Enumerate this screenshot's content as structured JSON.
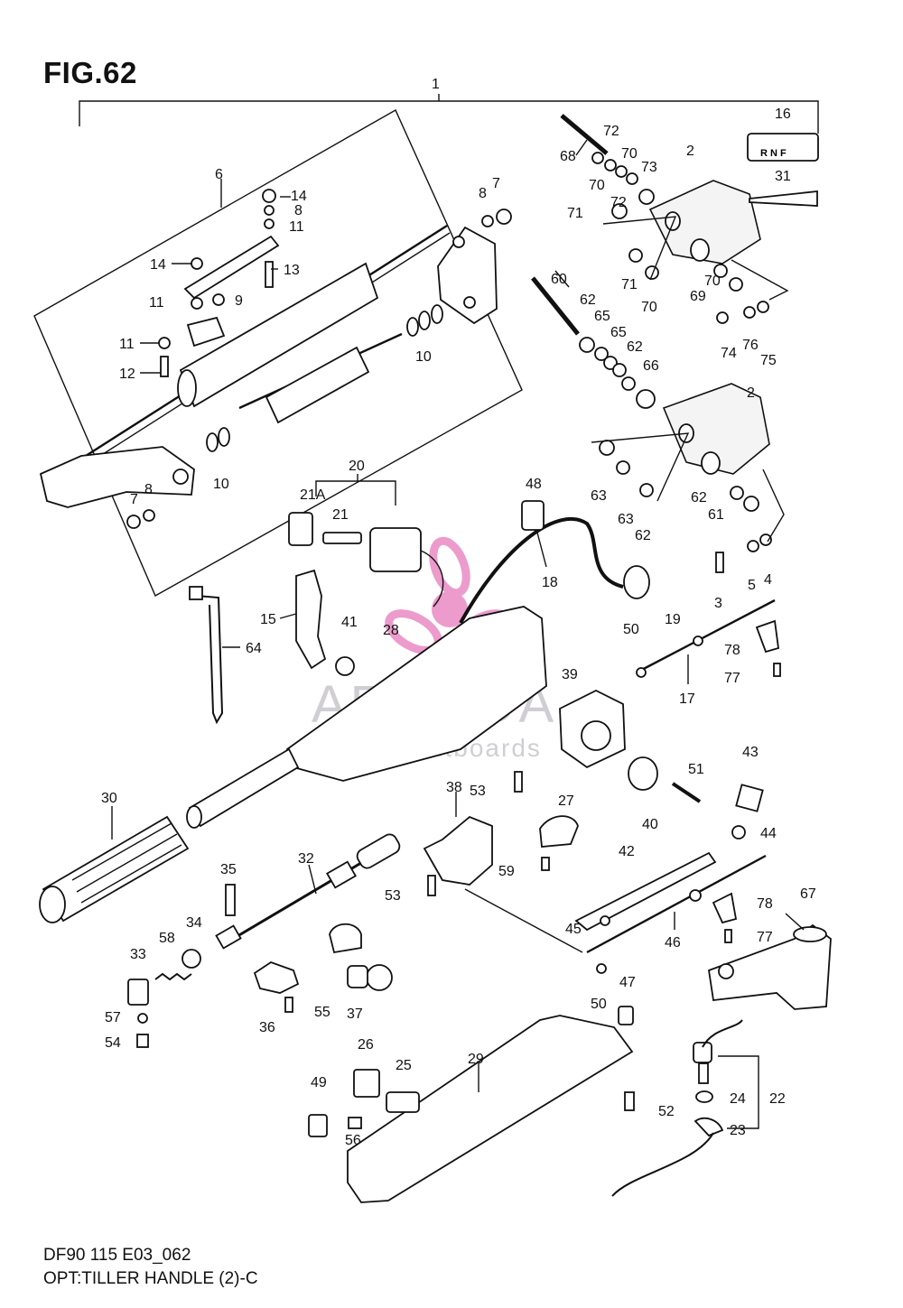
{
  "figure": {
    "title": "FIG.62",
    "code": "DF90 115 E03_062",
    "caption": "OPT:TILLER HANDLE (2)-C"
  },
  "watermark": {
    "brand": "ARMADA",
    "tagline": "marine outboards",
    "color": "#c9c6cc",
    "logo_color": "#e98ac4"
  },
  "callouts": [
    {
      "id": "c1",
      "label": "1"
    },
    {
      "id": "c2a",
      "label": "2"
    },
    {
      "id": "c2b",
      "label": "2"
    },
    {
      "id": "c3",
      "label": "3"
    },
    {
      "id": "c4",
      "label": "4"
    },
    {
      "id": "c5",
      "label": "5"
    },
    {
      "id": "c6",
      "label": "6"
    },
    {
      "id": "c7a",
      "label": "7"
    },
    {
      "id": "c7b",
      "label": "7"
    },
    {
      "id": "c8a",
      "label": "8"
    },
    {
      "id": "c8b",
      "label": "8"
    },
    {
      "id": "c8c",
      "label": "8"
    },
    {
      "id": "c9",
      "label": "9"
    },
    {
      "id": "c10a",
      "label": "10"
    },
    {
      "id": "c10b",
      "label": "10"
    },
    {
      "id": "c11a",
      "label": "11"
    },
    {
      "id": "c11b",
      "label": "11"
    },
    {
      "id": "c11c",
      "label": "11"
    },
    {
      "id": "c12",
      "label": "12"
    },
    {
      "id": "c13",
      "label": "13"
    },
    {
      "id": "c14a",
      "label": "14"
    },
    {
      "id": "c14b",
      "label": "14"
    },
    {
      "id": "c15",
      "label": "15"
    },
    {
      "id": "c16",
      "label": "16"
    },
    {
      "id": "c17",
      "label": "17"
    },
    {
      "id": "c18",
      "label": "18"
    },
    {
      "id": "c19",
      "label": "19"
    },
    {
      "id": "c20",
      "label": "20"
    },
    {
      "id": "c21a",
      "label": "21A"
    },
    {
      "id": "c21",
      "label": "21"
    },
    {
      "id": "c22",
      "label": "22"
    },
    {
      "id": "c23",
      "label": "23"
    },
    {
      "id": "c24",
      "label": "24"
    },
    {
      "id": "c25",
      "label": "25"
    },
    {
      "id": "c26",
      "label": "26"
    },
    {
      "id": "c27",
      "label": "27"
    },
    {
      "id": "c28",
      "label": "28"
    },
    {
      "id": "c29",
      "label": "29"
    },
    {
      "id": "c30",
      "label": "30"
    },
    {
      "id": "c31",
      "label": "31"
    },
    {
      "id": "c32",
      "label": "32"
    },
    {
      "id": "c33",
      "label": "33"
    },
    {
      "id": "c34",
      "label": "34"
    },
    {
      "id": "c35",
      "label": "35"
    },
    {
      "id": "c36",
      "label": "36"
    },
    {
      "id": "c37",
      "label": "37"
    },
    {
      "id": "c38",
      "label": "38"
    },
    {
      "id": "c39",
      "label": "39"
    },
    {
      "id": "c40",
      "label": "40"
    },
    {
      "id": "c41",
      "label": "41"
    },
    {
      "id": "c42",
      "label": "42"
    },
    {
      "id": "c43",
      "label": "43"
    },
    {
      "id": "c44",
      "label": "44"
    },
    {
      "id": "c45",
      "label": "45"
    },
    {
      "id": "c46",
      "label": "46"
    },
    {
      "id": "c47",
      "label": "47"
    },
    {
      "id": "c48",
      "label": "48"
    },
    {
      "id": "c49",
      "label": "49"
    },
    {
      "id": "c50a",
      "label": "50"
    },
    {
      "id": "c50b",
      "label": "50"
    },
    {
      "id": "c51",
      "label": "51"
    },
    {
      "id": "c52",
      "label": "52"
    },
    {
      "id": "c53a",
      "label": "53"
    },
    {
      "id": "c53b",
      "label": "53"
    },
    {
      "id": "c54",
      "label": "54"
    },
    {
      "id": "c55",
      "label": "55"
    },
    {
      "id": "c56",
      "label": "56"
    },
    {
      "id": "c57",
      "label": "57"
    },
    {
      "id": "c58",
      "label": "58"
    },
    {
      "id": "c59",
      "label": "59"
    },
    {
      "id": "c60",
      "label": "60"
    },
    {
      "id": "c61",
      "label": "61"
    },
    {
      "id": "c62a",
      "label": "62"
    },
    {
      "id": "c62b",
      "label": "62"
    },
    {
      "id": "c62c",
      "label": "62"
    },
    {
      "id": "c62d",
      "label": "62"
    },
    {
      "id": "c63a",
      "label": "63"
    },
    {
      "id": "c63b",
      "label": "63"
    },
    {
      "id": "c64",
      "label": "64"
    },
    {
      "id": "c65a",
      "label": "65"
    },
    {
      "id": "c65b",
      "label": "65"
    },
    {
      "id": "c66",
      "label": "66"
    },
    {
      "id": "c67",
      "label": "67"
    },
    {
      "id": "c68",
      "label": "68"
    },
    {
      "id": "c69",
      "label": "69"
    },
    {
      "id": "c70a",
      "label": "70"
    },
    {
      "id": "c70b",
      "label": "70"
    },
    {
      "id": "c70c",
      "label": "70"
    },
    {
      "id": "c70d",
      "label": "70"
    },
    {
      "id": "c71a",
      "label": "71"
    },
    {
      "id": "c71b",
      "label": "71"
    },
    {
      "id": "c72a",
      "label": "72"
    },
    {
      "id": "c72b",
      "label": "72"
    },
    {
      "id": "c73",
      "label": "73"
    },
    {
      "id": "c74",
      "label": "74"
    },
    {
      "id": "c75",
      "label": "75"
    },
    {
      "id": "c76",
      "label": "76"
    },
    {
      "id": "c77a",
      "label": "77"
    },
    {
      "id": "c77b",
      "label": "77"
    },
    {
      "id": "c78a",
      "label": "78"
    },
    {
      "id": "c78b",
      "label": "78"
    }
  ],
  "shift_label": {
    "text": "R N F"
  }
}
